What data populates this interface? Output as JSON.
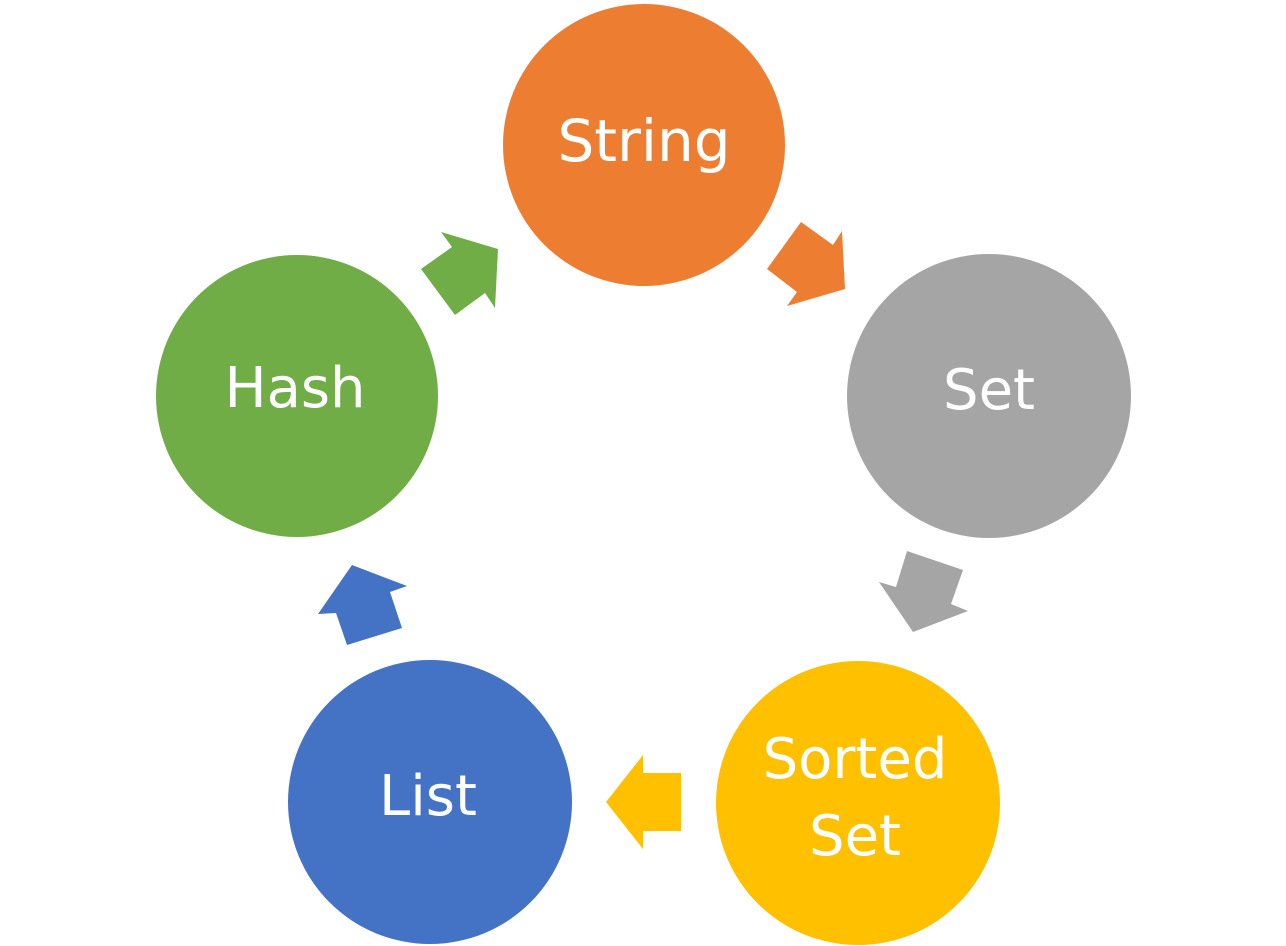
{
  "diagram": {
    "nodes": [
      {
        "id": "string",
        "lines": [
          "String"
        ],
        "color": "#ED7D31"
      },
      {
        "id": "set",
        "lines": [
          "Set"
        ],
        "color": "#A5A5A5"
      },
      {
        "id": "sorted-set",
        "lines": [
          "Sorted",
          "Set"
        ],
        "color": "#FFC000"
      },
      {
        "id": "list",
        "lines": [
          "List"
        ],
        "color": "#4472C4"
      },
      {
        "id": "hash",
        "lines": [
          "Hash"
        ],
        "color": "#70AD47"
      }
    ],
    "edges": [
      {
        "from": "string",
        "to": "set",
        "color": "#ED7D31"
      },
      {
        "from": "set",
        "to": "sorted-set",
        "color": "#A5A5A5"
      },
      {
        "from": "sorted-set",
        "to": "list",
        "color": "#FFC000"
      },
      {
        "from": "list",
        "to": "hash",
        "color": "#4472C4"
      },
      {
        "from": "hash",
        "to": "string",
        "color": "#70AD47"
      }
    ]
  }
}
